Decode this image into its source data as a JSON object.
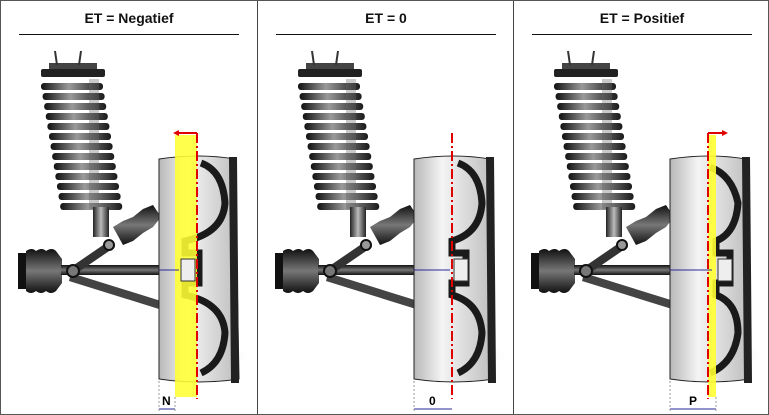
{
  "panels": [
    {
      "title": "ET = Negatief",
      "dim_label": "N"
    },
    {
      "title": "ET = 0",
      "dim_label": "0"
    },
    {
      "title": "ET = Positief",
      "dim_label": "P"
    }
  ],
  "colors": {
    "mounting_plane": "#ffff33",
    "center_line": "#e00000",
    "dimension_arrow": "#2a2a9a",
    "metal_dark": "#222222",
    "metal_light": "#dddddd"
  }
}
